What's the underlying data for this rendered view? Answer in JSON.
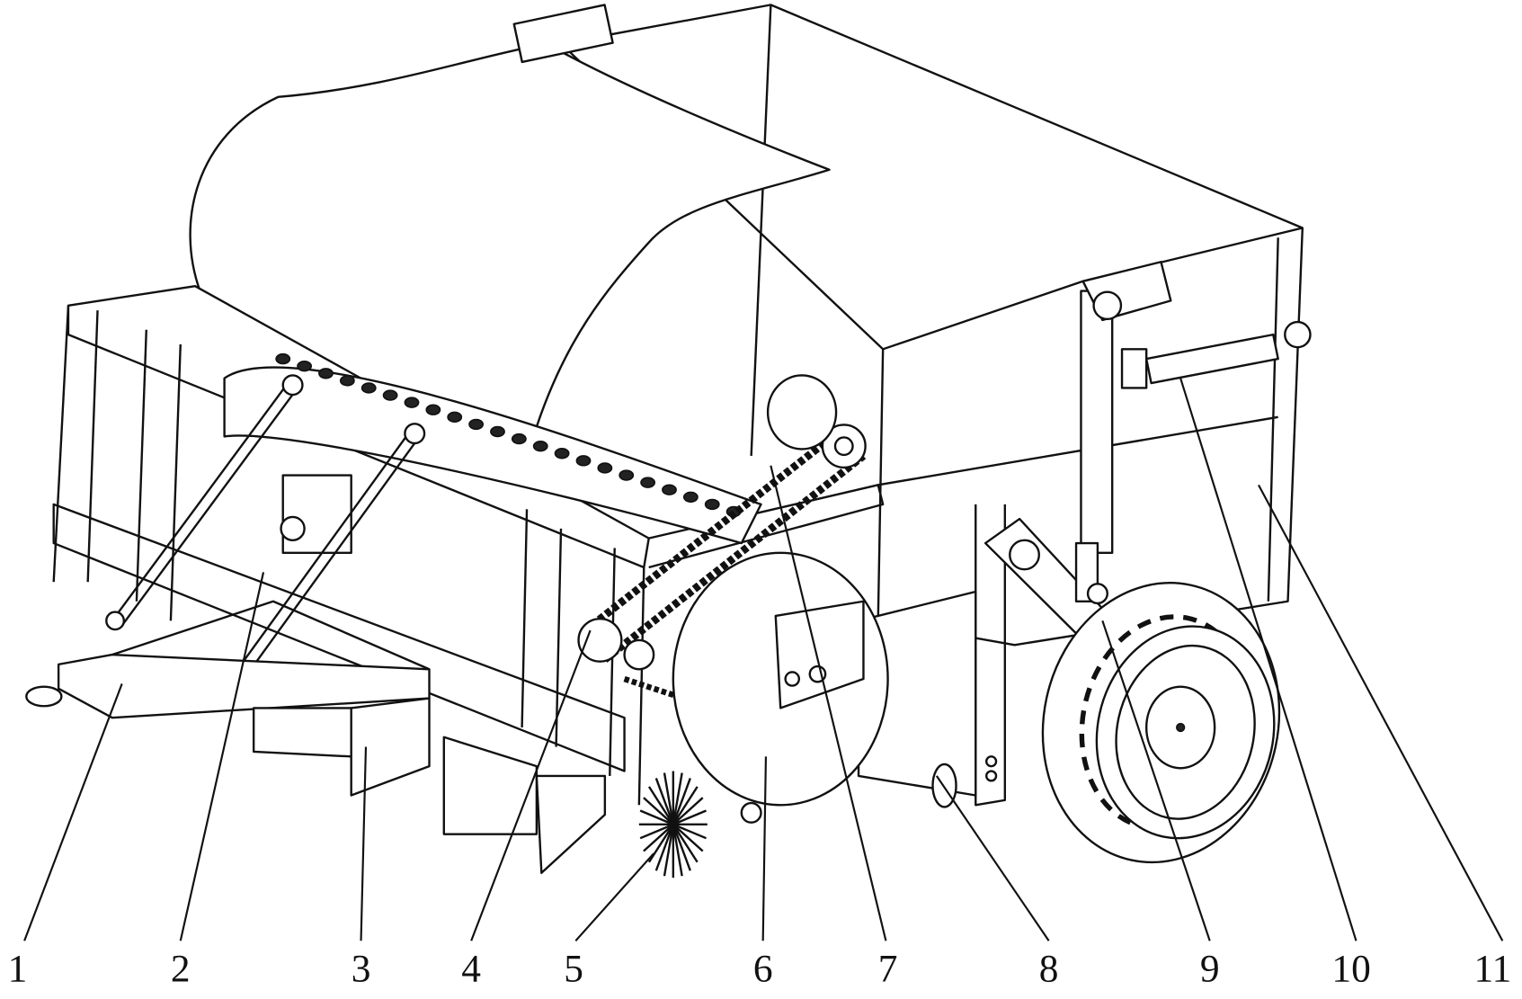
{
  "figure": {
    "title": "Machine structure diagram",
    "labels": [
      "1",
      "2",
      "3",
      "4",
      "5",
      "6",
      "7",
      "8",
      "9",
      "10",
      "11"
    ]
  }
}
